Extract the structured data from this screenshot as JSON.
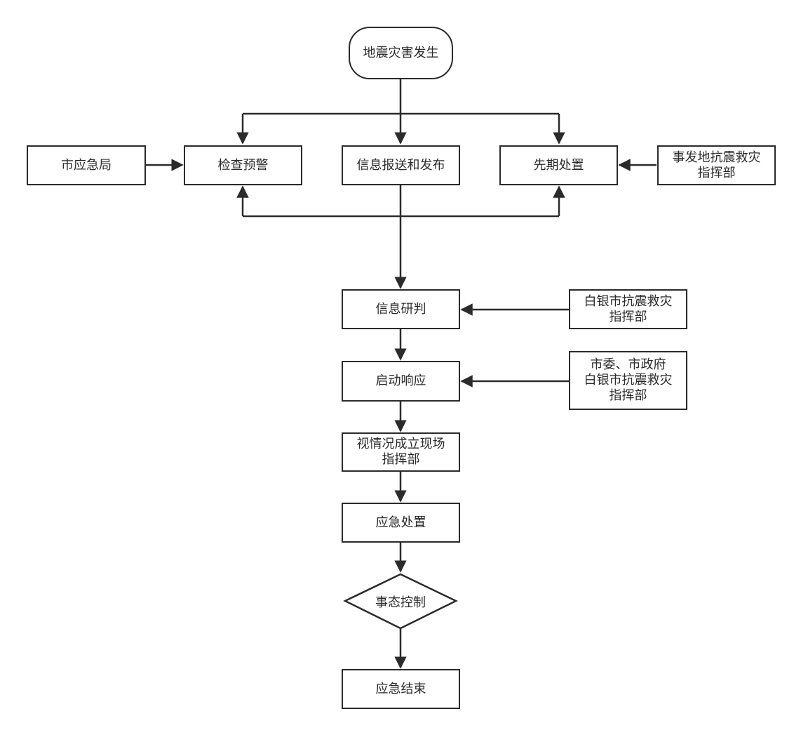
{
  "flowchart": {
    "nodes": {
      "start": "地震灾害发生",
      "shi_yingjiju": "市应急局",
      "jiancha_yujing": "检查预警",
      "xinxi_baosong": "信息报送和发布",
      "xianqi_chuzhi": "先期处置",
      "shifadi_zhihuibu": "事发地抗震救灾\n指挥部",
      "xinxi_yanpan": "信息研判",
      "baiyin_zhihuibu_1": "白银市抗震救灾\n指挥部",
      "qidong_xiangying": "启动响应",
      "shiwei_zhengfu": "市委、市政府\n白银市抗震救灾\n指挥部",
      "xianchang_zhihuibu": "视情况成立现场\n指挥部",
      "yingji_chuzhi": "应急处置",
      "shitai_kongzhi": "事态控制",
      "yingji_jieshu": "应急结束"
    },
    "line_color": "#2b2b2b"
  }
}
